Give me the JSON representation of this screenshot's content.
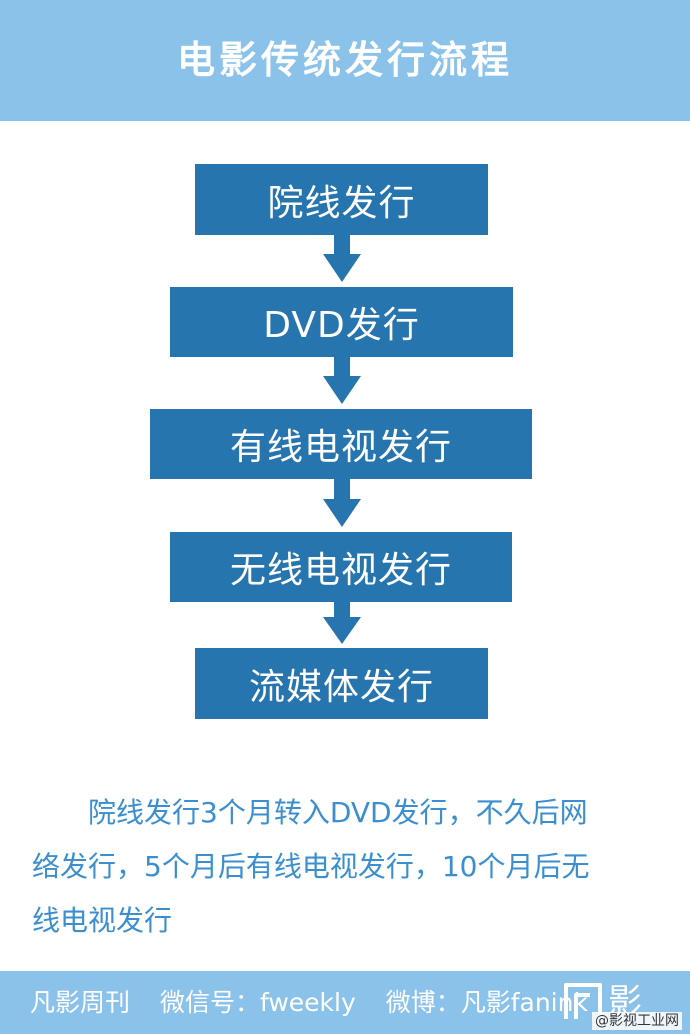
{
  "header": {
    "title": "电影传统发行流程"
  },
  "flow": {
    "steps": [
      "院线发行",
      "DVD发行",
      "有线电视发行",
      "无线电视发行",
      "流媒体发行"
    ]
  },
  "description": {
    "lines": [
      "　　院线发行3个月转入DVD发行，不久后网",
      "络发行，5个月后有线电视发行，10个月后无",
      "线电视发行"
    ]
  },
  "footer": {
    "brand": "凡影周刊",
    "wechat": "微信号：fweekly",
    "weibo": "微博：凡影fanink"
  },
  "logo": {
    "text": "影"
  },
  "watermark": {
    "text": "@影视工业网"
  },
  "colors": {
    "accent": "#8bc2ea",
    "box": "#2775ae",
    "text": "#3b8fd0"
  }
}
